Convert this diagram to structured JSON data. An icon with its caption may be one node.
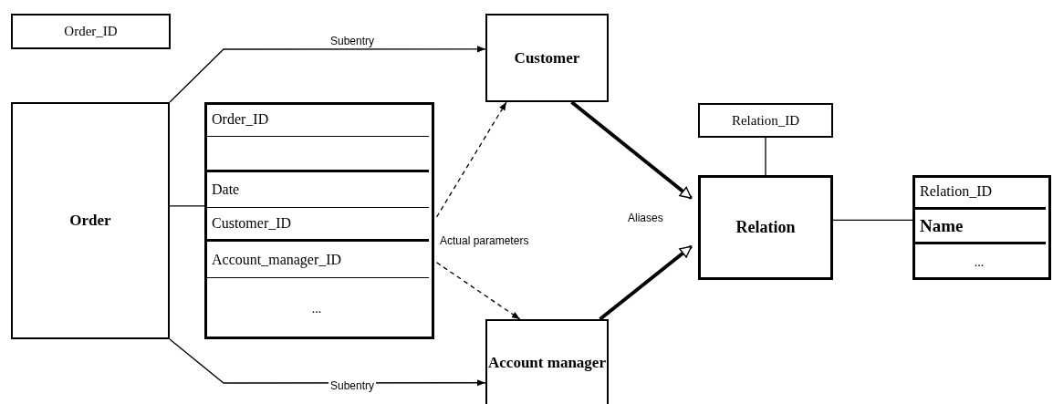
{
  "diagram": {
    "nodes": [
      {
        "text": [
          "Order_ID"
        ]
      },
      {
        "text": [
          "Order"
        ]
      },
      {
        "text": [],
        "shape": "box"
      },
      {
        "text": [
          "Order_ID"
        ],
        "in": 2
      },
      {
        "text": [],
        "shape": "box",
        "in": 2
      },
      {
        "text": [
          "Date"
        ],
        "in": 2
      },
      {
        "text": [
          "Customer_ID"
        ],
        "in": 2
      },
      {
        "text": [
          "Account_manager_ID"
        ],
        "in": 2
      },
      {
        "text": [
          "..."
        ],
        "in": 2
      },
      {
        "text": [
          "Customer"
        ]
      },
      {
        "text": [
          "Account manager"
        ]
      },
      {
        "text": [
          "Relation_ID"
        ]
      },
      {
        "text": [
          "Relation"
        ]
      },
      {
        "text": [],
        "shape": "box"
      },
      {
        "text": [
          "Relation_ID"
        ],
        "in": 13
      },
      {
        "text": [
          "Name"
        ],
        "in": 13
      },
      {
        "text": [
          "..."
        ],
        "in": 13
      }
    ],
    "edges": [
      {
        "from": 1,
        "to": 9,
        "arrow": "to",
        "label": "Subentry"
      },
      {
        "from": 1,
        "to": 10,
        "arrow": "to",
        "label": "Subentry"
      },
      {
        "from": 1,
        "to": 2,
        "arrow": "none"
      },
      {
        "from": 6,
        "to": 9,
        "arrow": "to",
        "style": "dashed"
      },
      {
        "from": 7,
        "to": 10,
        "arrow": "to",
        "style": "dashed"
      },
      {
        "from": 9,
        "to": 12,
        "arrow": "to",
        "style": "thick"
      },
      {
        "from": 10,
        "to": 12,
        "arrow": "to",
        "style": "thick"
      },
      {
        "from": 11,
        "to": 12,
        "arrow": "none"
      },
      {
        "from": 12,
        "to": 13,
        "arrow": "none"
      }
    ],
    "labels": [
      "Actual parameters",
      "Aliases"
    ]
  }
}
